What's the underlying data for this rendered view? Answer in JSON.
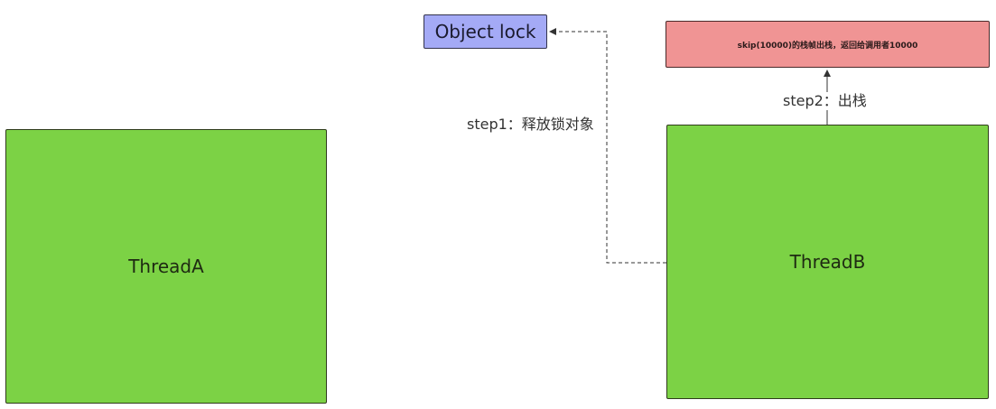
{
  "nodes": {
    "thread_a": {
      "label": "ThreadA"
    },
    "thread_b": {
      "label": "ThreadB"
    },
    "object_lock": {
      "label": "Object lock"
    },
    "stack_note": {
      "label": "skip(10000)的栈帧出栈，返回给调用者10000"
    }
  },
  "edges": {
    "step1": {
      "label": "step1：释放锁对象",
      "style": "dashed"
    },
    "step2": {
      "label": "step2：出栈",
      "style": "solid"
    }
  },
  "colors": {
    "thread_fill": "#7cd245",
    "lock_fill": "#a4aaf6",
    "note_fill": "#f09494",
    "edge": "#333333"
  }
}
